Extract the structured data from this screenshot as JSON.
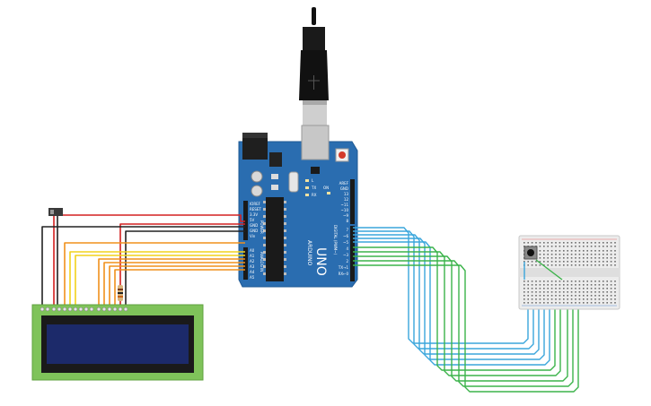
{
  "board": {
    "model": "UNO",
    "brand": "ARDUINO",
    "aref_label": "AREF",
    "gnd_label": "GND",
    "digital_labels": [
      "13",
      "12",
      "~11",
      "~10",
      "~9",
      "8",
      "7",
      "~6",
      "~5",
      "4",
      "~3",
      "2",
      "TX→1",
      "RX←0"
    ],
    "power_labels": [
      "IOREF",
      "RESET",
      "3.3V",
      "5V",
      "GND",
      "GND",
      "Vin"
    ],
    "analog_labels": [
      "A0",
      "A1",
      "A2",
      "A3",
      "A4",
      "A5"
    ],
    "section_power": "POWER",
    "section_analog": "ANALOG IN",
    "section_digital": "DIGITAL (PWM~)",
    "tx_label": "TX",
    "rx_label": "RX",
    "l_label": "L",
    "on_label": "ON"
  },
  "colors": {
    "board": "#2a6db0",
    "board_edge": "#1f5a94",
    "wire_red": "#d42020",
    "wire_black": "#222222",
    "wire_orange": "#f0901c",
    "wire_yellow": "#f2d21c",
    "wire_blue": "#3aa6dc",
    "wire_green": "#3bb34a",
    "lcd_pcb": "#7fc35a",
    "lcd_screen": "#1c2a6a",
    "breadboard": "#ececec"
  }
}
